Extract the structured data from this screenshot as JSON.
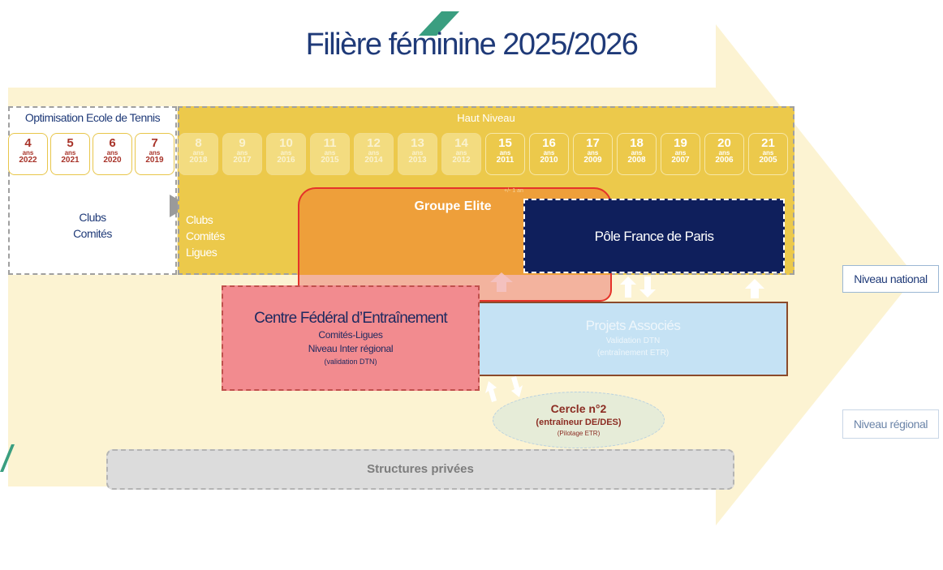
{
  "title": "Filière féminine 2025/2026",
  "left_section": {
    "title": "Optimisation Ecole de Tennis",
    "clubs_line1": "Clubs",
    "clubs_line2": "Comités"
  },
  "ages_unit": "ans",
  "ages": [
    {
      "age": "4",
      "year": "2022",
      "style": "red"
    },
    {
      "age": "5",
      "year": "2021",
      "style": "red"
    },
    {
      "age": "6",
      "year": "2020",
      "style": "red"
    },
    {
      "age": "7",
      "year": "2019",
      "style": "red"
    },
    {
      "age": "8",
      "year": "2018",
      "style": "faded"
    },
    {
      "age": "9",
      "year": "2017",
      "style": "faded"
    },
    {
      "age": "10",
      "year": "2016",
      "style": "faded"
    },
    {
      "age": "11",
      "year": "2015",
      "style": "faded"
    },
    {
      "age": "12",
      "year": "2014",
      "style": "faded"
    },
    {
      "age": "13",
      "year": "2013",
      "style": "faded"
    },
    {
      "age": "14",
      "year": "2012",
      "style": "faded"
    },
    {
      "age": "15",
      "year": "2011",
      "style": "bright"
    },
    {
      "age": "16",
      "year": "2010",
      "style": "bright"
    },
    {
      "age": "17",
      "year": "2009",
      "style": "bright"
    },
    {
      "age": "18",
      "year": "2008",
      "style": "bright"
    },
    {
      "age": "19",
      "year": "2007",
      "style": "bright"
    },
    {
      "age": "20",
      "year": "2006",
      "style": "bright"
    },
    {
      "age": "21",
      "year": "2005",
      "style": "bright"
    }
  ],
  "haut_niveau": {
    "title": "Haut Niveau",
    "clubs_line1": "Clubs",
    "clubs_line2": "Comités",
    "clubs_line3": "Ligues"
  },
  "groupe_elite": {
    "label": "Groupe Elite",
    "tolerance": "+/- 1 an"
  },
  "pole_france": "Pôle France de Paris",
  "cfe": {
    "title": "Centre Fédéral d’Entraînement",
    "line2": "Comités-Ligues",
    "line3": "Niveau Inter régional",
    "line4": "(validation DTN)"
  },
  "projets": {
    "title": "Projets Associés",
    "line2": "Validation DTN",
    "line3": "(entraînement ETR)"
  },
  "cercle": {
    "title": "Cercle n°2",
    "line2": "(entraîneur DE/DES)",
    "line3": "(Pilotage ETR)"
  },
  "structures_privees": "Structures privées",
  "niveaux": {
    "national": "Niveau national",
    "regional": "Niveau régional"
  },
  "colors": {
    "arrow_bg": "#fcf3d2",
    "haut_niveau": "#ecc94b",
    "elite": "#ee9f3a",
    "pole": "#0f1f5c",
    "cfe": "#f28b8f",
    "projets": "#c5e2f4",
    "accent": "#2e9e7e"
  }
}
